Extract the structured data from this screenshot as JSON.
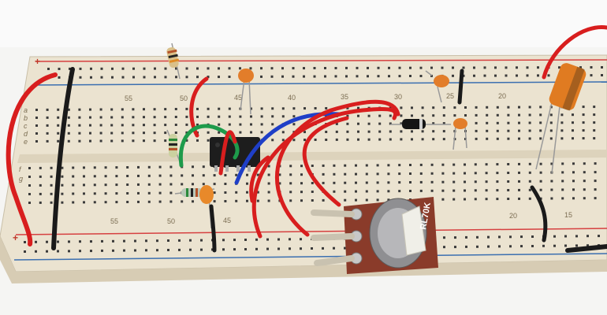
{
  "breadboard": {
    "top_numbers": [
      "55",
      "50",
      "45",
      "40",
      "35",
      "30",
      "25",
      "20"
    ],
    "lower_numbers": [
      "55",
      "50",
      "45",
      "20",
      "15"
    ],
    "row_letters_top": [
      "a",
      "b",
      "c",
      "d",
      "e"
    ],
    "row_letters_lower": [
      "f",
      "g"
    ],
    "rail_plus": "+",
    "colors": {
      "board": "#ece4d2",
      "rail_red": "#d64040",
      "rail_blue": "#3b6fb0",
      "hole": "#3a3a3a"
    }
  },
  "potentiometer": {
    "label": "RL70K"
  },
  "wires": {
    "colors": [
      "#d81e1e",
      "#1f3fc7",
      "#1e9b4b",
      "#1a1a1a"
    ]
  }
}
